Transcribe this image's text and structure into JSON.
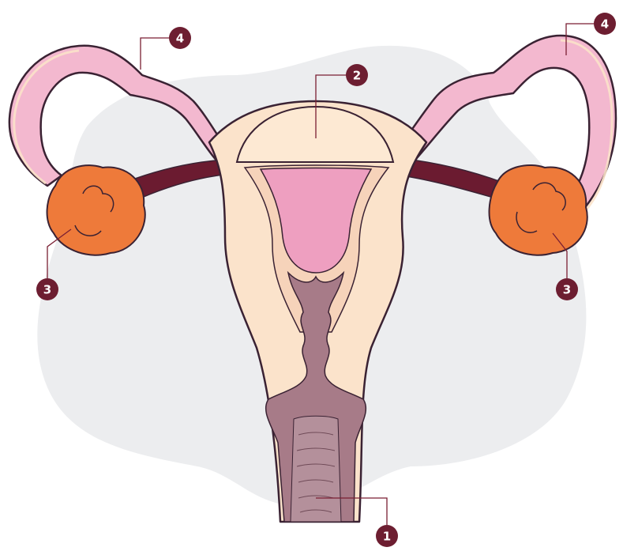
{
  "colors": {
    "blob": "#ecedef",
    "outline": "#3a2233",
    "tube_fill": "#f3b8cf",
    "tube_edge": "#fbe2c9",
    "tissue": "#fbe3cb",
    "tissue_light": "#fde9d3",
    "cavity": "#ee9fc0",
    "cervix": "#a77b88",
    "ovary": "#ee7a3a",
    "ligament": "#6b1b30",
    "badge": "#6d1e31",
    "leader": "#7a1f33"
  },
  "labels": [
    {
      "id": "vagina",
      "text": "1"
    },
    {
      "id": "uterus",
      "text": "2"
    },
    {
      "id": "ovary-left",
      "text": "3"
    },
    {
      "id": "ovary-right",
      "text": "3"
    },
    {
      "id": "fallopian-tube-left",
      "text": "4"
    },
    {
      "id": "fallopian-tube-right",
      "text": "4"
    }
  ]
}
